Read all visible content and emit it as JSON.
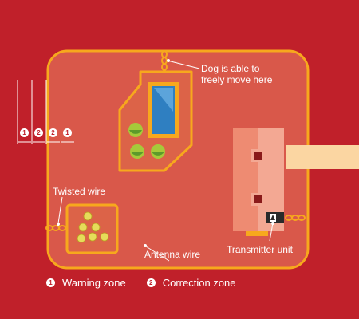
{
  "colors": {
    "background": "#c0202a",
    "yard": "#d9584a",
    "outline": "#f7a81d",
    "transmitter_panel": "#f3a893",
    "window": "#2f7fc1"
  },
  "labels": {
    "dog_free": "Dog is able to freely move here",
    "twisted_wire": "Twisted wire",
    "antenna_wire": "Antenna wire",
    "transmitter_unit": "Transmitter unit"
  },
  "zone_markers": [
    "1",
    "2",
    "2",
    "1"
  ],
  "legend": [
    {
      "number": "1",
      "label": "Warning zone"
    },
    {
      "number": "2",
      "label": "Correction zone"
    }
  ]
}
